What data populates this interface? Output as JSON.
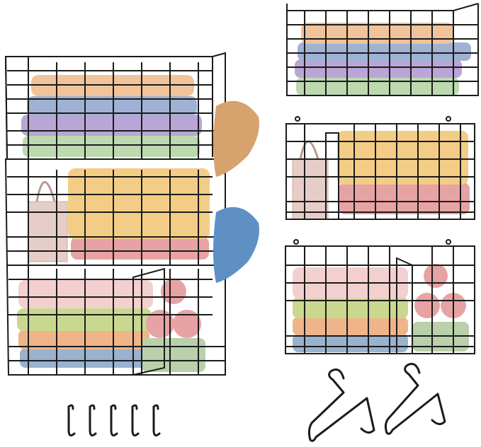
{
  "image": {
    "subject": "wire-basket-storage-set",
    "background_color": "#ffffff",
    "wire_color": "#1b1b1b",
    "colors": {
      "peach": "#f0c39a",
      "blue": "#9fb2d4",
      "lavender": "#b9a6d6",
      "mint": "#bcd9b0",
      "yellow": "#f3cd86",
      "pink": "#e9b3b3",
      "blush": "#f3cfcf",
      "lime": "#c9d88f",
      "orange": "#efb48a",
      "denim": "#98b2cf",
      "sage": "#b9d0aa",
      "rose": "#e7a3a4",
      "tan-cap": "#d6a26d",
      "blue-cap": "#5f90c4",
      "tote-bag": "#e6cdc7"
    },
    "accessories": {
      "s_hooks_count": 5,
      "hangers_count": 2
    }
  }
}
